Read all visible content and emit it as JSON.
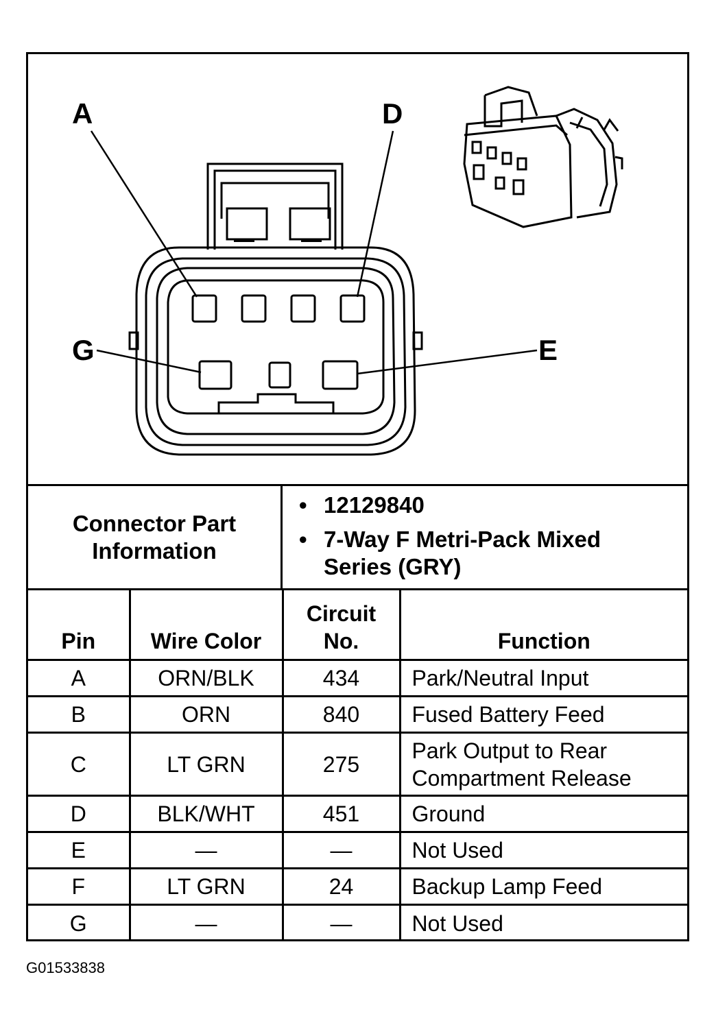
{
  "diagram": {
    "pin_labels": [
      "A",
      "D",
      "G",
      "E"
    ]
  },
  "connector_info": {
    "label": "Connector Part Information",
    "items": [
      "12129840",
      "7-Way F Metri-Pack Mixed Series (GRY)"
    ]
  },
  "table": {
    "headers": [
      "Pin",
      "Wire Color",
      "Circuit No.",
      "Function"
    ],
    "rows": [
      {
        "pin": "A",
        "wire": "ORN/BLK",
        "circuit": "434",
        "function": "Park/Neutral Input"
      },
      {
        "pin": "B",
        "wire": "ORN",
        "circuit": "840",
        "function": "Fused Battery Feed"
      },
      {
        "pin": "C",
        "wire": "LT GRN",
        "circuit": "275",
        "function": "Park Output to Rear Compartment Release"
      },
      {
        "pin": "D",
        "wire": "BLK/WHT",
        "circuit": "451",
        "function": "Ground"
      },
      {
        "pin": "E",
        "wire": "—",
        "circuit": "—",
        "function": "Not Used"
      },
      {
        "pin": "F",
        "wire": "LT GRN",
        "circuit": "24",
        "function": "Backup Lamp Feed"
      },
      {
        "pin": "G",
        "wire": "—",
        "circuit": "—",
        "function": "Not Used"
      }
    ]
  },
  "figure_id": "G01533838"
}
